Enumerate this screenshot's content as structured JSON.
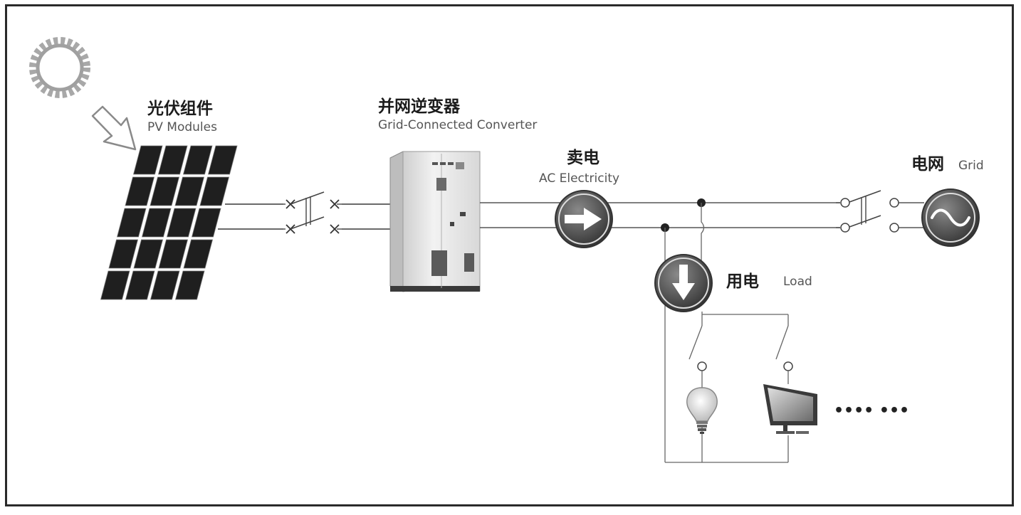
{
  "pv_modules": {
    "label_cn": "光伏组件",
    "label_en": "PV Modules"
  },
  "inverter": {
    "label_cn": "并网逆变器",
    "label_en": "Grid-Connected Converter"
  },
  "sell_power": {
    "label_cn": "卖电",
    "label_en": "AC Electricity"
  },
  "grid": {
    "label_cn": "电网",
    "label_en": "Grid"
  },
  "load": {
    "label_cn": "用电",
    "label_en": "Load"
  },
  "more_loads": "•••• •••",
  "icons": [
    "sun-icon",
    "sunlight-arrow-icon",
    "solar-panel-icon",
    "inverter-cabinet-icon",
    "right-arrow-icon",
    "down-arrow-icon",
    "ac-source-icon",
    "light-bulb-icon",
    "monitor-icon"
  ],
  "colors": {
    "line": "#555555",
    "panel_cell": "#1f1f1f",
    "circle": "#4a4a4a"
  }
}
